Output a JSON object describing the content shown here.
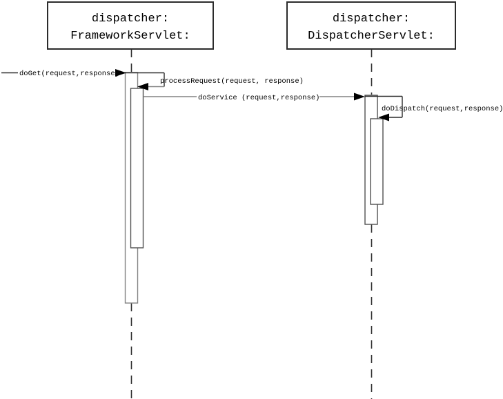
{
  "diagram": {
    "kind": "uml-sequence-diagram",
    "background": "#ffffff",
    "colors": {
      "message_line": "#828282",
      "self_call_line": "#2a2a2a",
      "activation_border": "#4f4f4f",
      "activation_fill": "#ffffff",
      "box_border": "#2b2b2b",
      "lifeline": "#2f2f2f",
      "arrowhead": "#000000",
      "text": "#000000"
    },
    "lifelines": [
      {
        "id": "framework-servlet",
        "title_line1": "dispatcher:",
        "title_line2": "FrameworkServlet:"
      },
      {
        "id": "dispatcher-servlet",
        "title_line1": "dispatcher:",
        "title_line2": "DispatcherServlet:"
      }
    ],
    "messages": [
      {
        "label": "doGet(request,response)",
        "kind": "incoming-call",
        "to": "framework-servlet"
      },
      {
        "label": "processRequest(request, response)",
        "kind": "self-call",
        "to": "framework-servlet"
      },
      {
        "label": "doService (request,response)",
        "kind": "call",
        "from": "framework-servlet",
        "to": "dispatcher-servlet"
      },
      {
        "label": "doDispatch(request,response)",
        "kind": "self-call",
        "to": "dispatcher-servlet"
      }
    ]
  }
}
